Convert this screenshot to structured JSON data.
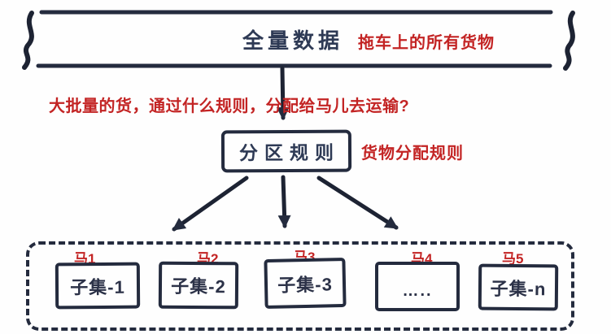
{
  "colors": {
    "ink": "#242b3e",
    "dark_text": "#2e3a55",
    "red": "#c32424",
    "background": "#fefefe"
  },
  "top_container": {
    "label": "全量数据",
    "annotation": "拖车上的所有货物"
  },
  "question": "大批量的货，通过什么规则，分配给马儿去运输?",
  "rule_box": {
    "label": "分区规则",
    "annotation": "货物分配规则"
  },
  "partitions": {
    "items": [
      {
        "horse": "马1",
        "label": "子集-1"
      },
      {
        "horse": "马2",
        "label": "子集-2"
      },
      {
        "horse": "马3",
        "label": "子集-3"
      },
      {
        "horse": "马4",
        "label": "….."
      },
      {
        "horse": "马5",
        "label": "子集-n"
      }
    ]
  }
}
